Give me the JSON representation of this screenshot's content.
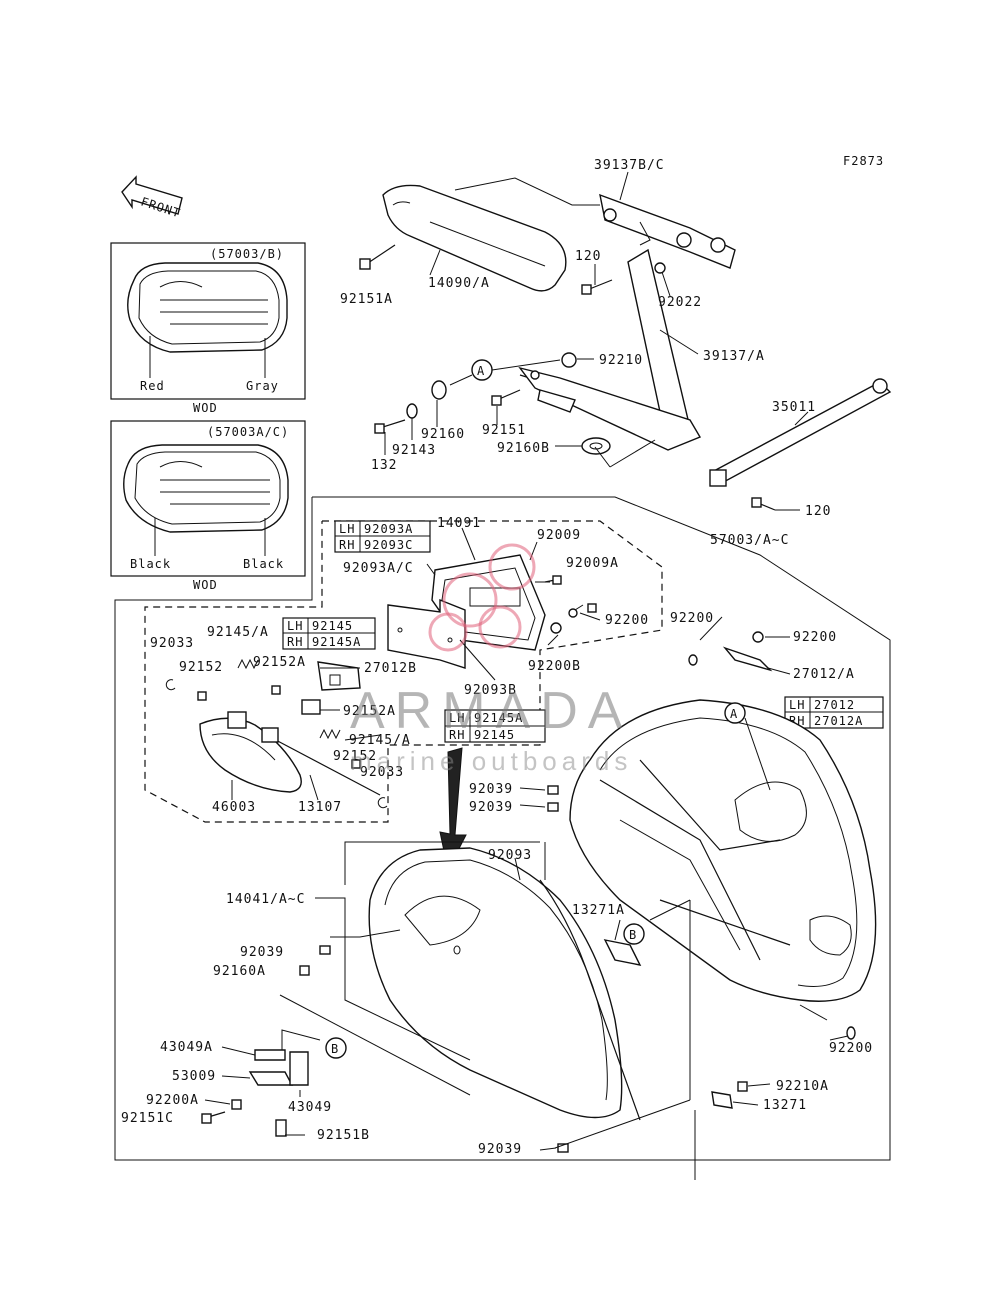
{
  "figure_code": "F2873",
  "front_arrow": "FRONT",
  "watermark": {
    "title": "ARMADA",
    "subtitle": "marine outboards",
    "logo_color": "#e0607a"
  },
  "inset_top": {
    "part": "(57003/B)",
    "left_color": "Red",
    "right_color": "Gray",
    "note": "WOD"
  },
  "inset_bottom": {
    "part": "(57003A/C)",
    "left_color": "Black",
    "right_color": "Black",
    "note": "WOD"
  },
  "tables": {
    "t92093": {
      "r1_side": "LH",
      "r1_part": "92093A",
      "r2_side": "RH",
      "r2_part": "92093C"
    },
    "t92145": {
      "r1_side": "LH",
      "r1_part": "92145",
      "r2_side": "RH",
      "r2_part": "92145A"
    },
    "t92145a": {
      "r1_side": "LH",
      "r1_part": "92145A",
      "r2_side": "RH",
      "r2_part": "92145"
    },
    "t27012": {
      "r1_side": "LH",
      "r1_part": "27012",
      "r2_side": "RH",
      "r2_part": "27012A"
    }
  },
  "callouts": {
    "a1": "A",
    "a2": "A",
    "b1": "B",
    "b2": "B"
  },
  "labels": {
    "p39137bc": "39137B/C",
    "p14090a": "14090/A",
    "p92151a": "92151A",
    "p120a": "120",
    "p92022": "92022",
    "p92210": "92210",
    "p39137a": "39137/A",
    "p35011": "35011",
    "p132": "132",
    "p92143": "92143",
    "p92160": "92160",
    "p92151": "92151",
    "p92160b": "92160B",
    "p120b": "120",
    "p57003ac": "57003/A~C",
    "p14091": "14091",
    "p92009": "92009",
    "p92093ac": "92093A/C",
    "p92009a": "92009A",
    "p92200a": "92200",
    "p92200b": "92200",
    "p92200c": "92200",
    "p27012a": "27012/A",
    "p92033a": "92033",
    "p92145a": "92145/A",
    "p92152": "92152",
    "p92152a1": "92152A",
    "p27012b": "27012B",
    "p92093b": "92093B",
    "p92200bb": "92200B",
    "p92152a2": "92152A",
    "p92152b": "92152",
    "p92145a2": "92145/A",
    "p92033b": "92033",
    "p46003": "46003",
    "p13107": "13107",
    "p92039a": "92039",
    "p92039b": "92039",
    "p92093": "92093",
    "p14041": "14041/A~C",
    "p92039c": "92039",
    "p92160a": "92160A",
    "p13271a": "13271A",
    "p92200d": "92200",
    "p43049a": "43049A",
    "p53009": "53009",
    "p43049": "43049",
    "p92200aa": "92200A",
    "p92151c": "92151C",
    "p92151b": "92151B",
    "p92210a": "92210A",
    "p13271": "13271",
    "p92039d": "92039"
  }
}
